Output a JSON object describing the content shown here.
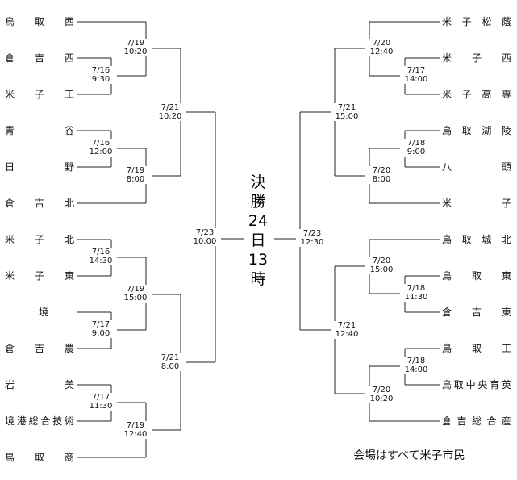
{
  "bracket": {
    "left_teams": [
      "鳥取西",
      "倉吉西",
      "米子工",
      "青谷",
      "日野",
      "倉吉北",
      "米子北",
      "米子東",
      "境",
      "倉吉農",
      "岩美",
      "境港総合技術",
      "鳥取商"
    ],
    "right_teams": [
      "米子松蔭",
      "米子西",
      "米子高専",
      "鳥取湖陵",
      "八頭",
      "米子",
      "鳥取城北",
      "鳥取東",
      "倉吉東",
      "鳥取工",
      "鳥取中央育英",
      "倉吉総合産"
    ],
    "left_matches": {
      "m1": {
        "date": "7/16",
        "time": "9:30"
      },
      "m2": {
        "date": "7/16",
        "time": "12:00"
      },
      "m3": {
        "date": "7/16",
        "time": "14:30"
      },
      "m4": {
        "date": "7/17",
        "time": "9:00"
      },
      "m5": {
        "date": "7/17",
        "time": "11:30"
      },
      "m6": {
        "date": "7/19",
        "time": "10:20"
      },
      "m7": {
        "date": "7/19",
        "time": "8:00"
      },
      "m8": {
        "date": "7/19",
        "time": "15:00"
      },
      "m9": {
        "date": "7/19",
        "time": "12:40"
      },
      "m10": {
        "date": "7/21",
        "time": "10:20"
      },
      "m11": {
        "date": "7/21",
        "time": "8:00"
      },
      "m12": {
        "date": "7/23",
        "time": "10:00"
      }
    },
    "right_matches": {
      "m1": {
        "date": "7/17",
        "time": "14:00"
      },
      "m2": {
        "date": "7/18",
        "time": "9:00"
      },
      "m3": {
        "date": "7/18",
        "time": "11:30"
      },
      "m4": {
        "date": "7/18",
        "time": "14:00"
      },
      "m5": {
        "date": "7/20",
        "time": "12:40"
      },
      "m6": {
        "date": "7/20",
        "time": "8:00"
      },
      "m7": {
        "date": "7/20",
        "time": "15:00"
      },
      "m8": {
        "date": "7/20",
        "time": "10:20"
      },
      "m9": {
        "date": "7/21",
        "time": "15:00"
      },
      "m10": {
        "date": "7/21",
        "time": "12:40"
      },
      "m11": {
        "date": "7/23",
        "time": "12:30"
      }
    },
    "final": {
      "l1": "決",
      "l2": "勝",
      "l3": "24",
      "l4": "日",
      "l5": "13",
      "l6": "時"
    },
    "venue_note": "会場はすべて米子市民"
  }
}
